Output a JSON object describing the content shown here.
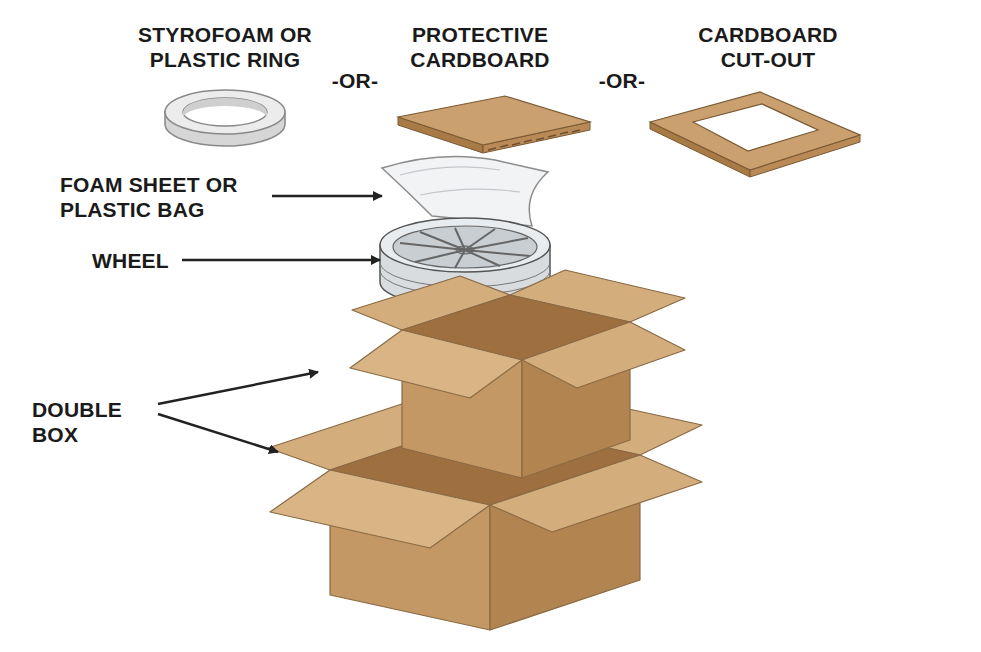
{
  "diagram": {
    "labels": [
      "STYROFOAM OR PLASTIC RING",
      "-OR-",
      "PROTECTIVE CARDBOARD",
      "-OR-",
      "CARDBOARD CUT-OUT",
      "FOAM SHEET OR PLASTIC BAG",
      "WHEEL",
      "DOUBLE BOX"
    ]
  }
}
